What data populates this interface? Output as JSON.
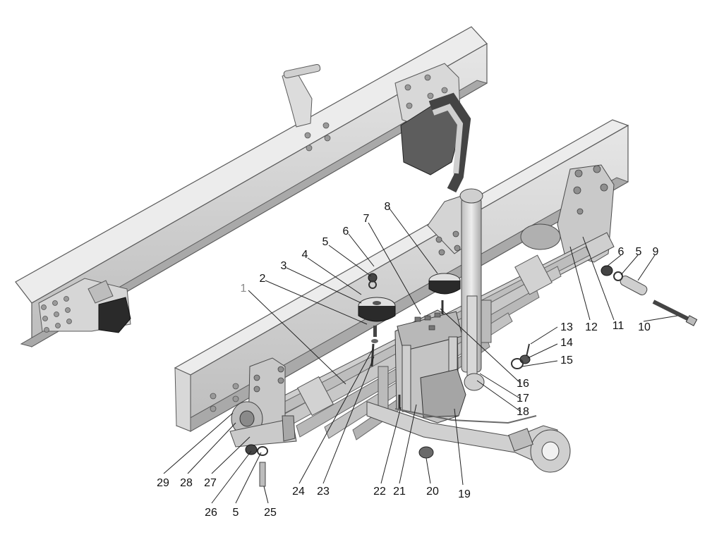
{
  "callouts": [
    {
      "text": "1",
      "grey": true
    },
    {
      "text": "2"
    },
    {
      "text": "3"
    },
    {
      "text": "4"
    },
    {
      "text": "5"
    },
    {
      "text": "6"
    },
    {
      "text": "7"
    },
    {
      "text": "8"
    },
    {
      "text": "6"
    },
    {
      "text": "5"
    },
    {
      "text": "9"
    },
    {
      "text": "12"
    },
    {
      "text": "11"
    },
    {
      "text": "10"
    },
    {
      "text": "13"
    },
    {
      "text": "14"
    },
    {
      "text": "15"
    },
    {
      "text": "16"
    },
    {
      "text": "17"
    },
    {
      "text": "18"
    },
    {
      "text": "29"
    },
    {
      "text": "28"
    },
    {
      "text": "27"
    },
    {
      "text": "26"
    },
    {
      "text": "5"
    },
    {
      "text": "25"
    },
    {
      "text": "24"
    },
    {
      "text": "23"
    },
    {
      "text": "22"
    },
    {
      "text": "21"
    },
    {
      "text": "20"
    },
    {
      "text": "19"
    }
  ],
  "colors": {
    "frame": "#cfcfcf",
    "frame_edge": "#5a5a5a",
    "spring": "#c2c2c2",
    "dark_part": "#2a2a2a"
  }
}
